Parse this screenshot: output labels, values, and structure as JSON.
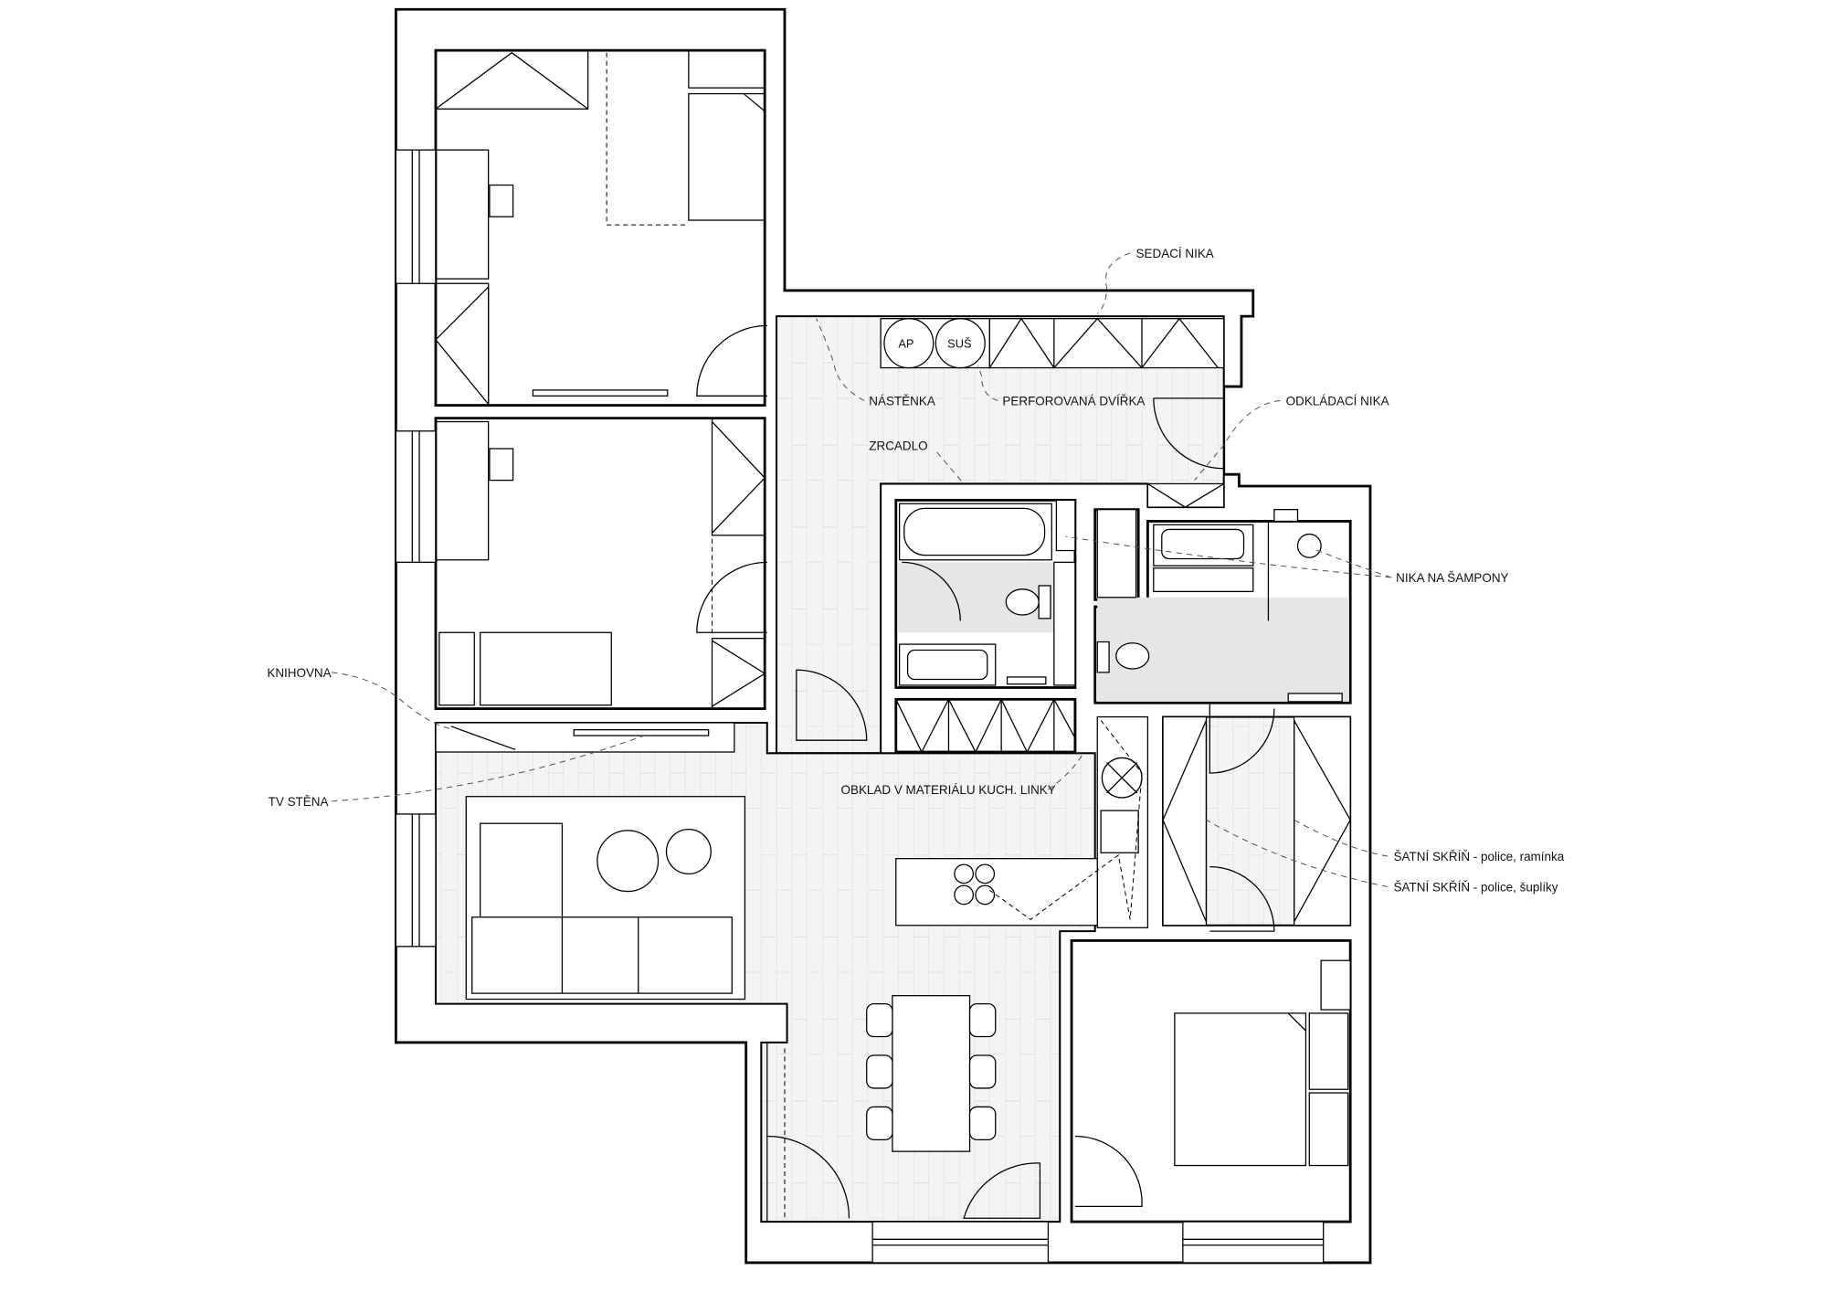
{
  "title": "Floor plan",
  "fixtures": {
    "washer": "AP",
    "dryer": "SUŠ"
  },
  "labels": {
    "sedaci_nika": "SEDACÍ NIKA",
    "nastenka": "NÁSTĚNKA",
    "perforovana_dvirka": "PERFOROVANÁ DVÍŘKA",
    "odkladaci_nika": "ODKLÁDACÍ NIKA",
    "zrcadlo": "ZRCADLO",
    "nika_na_sampony": "NIKA NA ŠAMPONY",
    "knihovna": "KNIHOVNA",
    "tv_stena": "TV STĚNA",
    "obklad": "OBKLAD V MATERIÁLU KUCH. LINKY",
    "satni_skrin_raminka": "ŠATNÍ SKŘÍŇ - police, ramínka",
    "satni_skrin_supliky": "ŠATNÍ SKŘÍŇ - police, šuplíky"
  },
  "colors": {
    "wall": "#000000",
    "floor": "#f3f3f3",
    "tile": "#e6e6e6"
  }
}
